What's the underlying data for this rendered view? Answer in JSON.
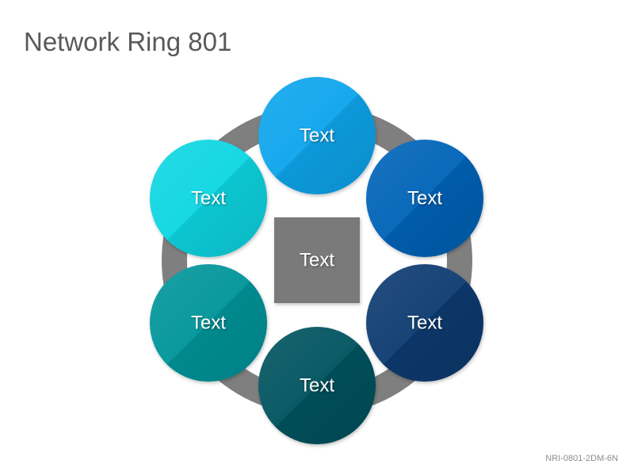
{
  "title": "Network Ring 801",
  "center": {
    "label": "Text",
    "color": "#7a7a7a"
  },
  "ring": {
    "color": "#7f7f7f"
  },
  "nodes": [
    {
      "label": "Text",
      "color": "#0aa5ec"
    },
    {
      "label": "Text",
      "color": "#0563b8"
    },
    {
      "label": "Text",
      "color": "#0b3a70"
    },
    {
      "label": "Text",
      "color": "#01535f"
    },
    {
      "label": "Text",
      "color": "#01959a"
    },
    {
      "label": "Text",
      "color": "#07d6e2"
    }
  ],
  "footer_code": "NRI-0801-2DM-6N"
}
